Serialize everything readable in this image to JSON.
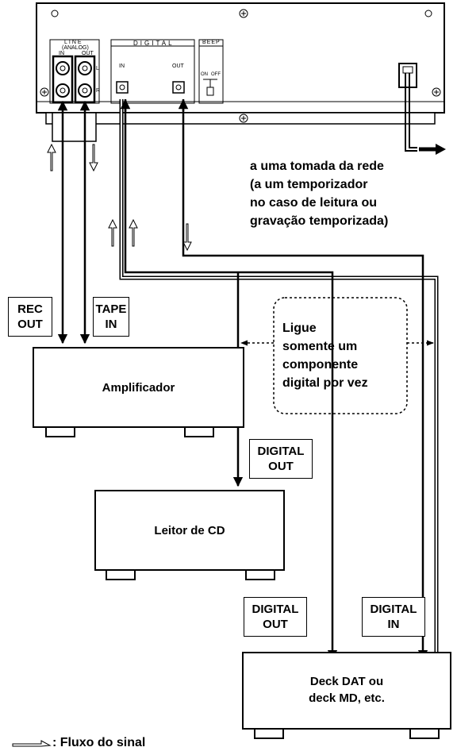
{
  "back_panel": {
    "line_label": "LINE",
    "analog_label": "(ANALOG)",
    "in_label": "IN",
    "out_label": "OUT",
    "l_label": "L",
    "r_label": "R",
    "digital_label": "DIGITAL",
    "digital_in": "IN",
    "digital_out": "OUT",
    "beep_label": "BEEP",
    "on_label": "ON",
    "off_label": "OFF"
  },
  "power_note": [
    "a uma tomada da rede",
    "(a um temporizador",
    "no caso de leitura ou",
    "gravação temporizada)"
  ],
  "connect_note": [
    "Ligue",
    "somente um",
    "componente",
    "digital por vez"
  ],
  "amplifier": {
    "name": "Amplificador",
    "rec_out": [
      "REC",
      "OUT"
    ],
    "tape_in": [
      "TAPE",
      "IN"
    ]
  },
  "cd_player": {
    "name": "Leitor de CD",
    "digital_out": [
      "DIGITAL",
      "OUT"
    ]
  },
  "dat_deck": {
    "name": [
      "Deck DAT ou",
      "deck MD, etc."
    ],
    "digital_out": [
      "DIGITAL",
      "OUT"
    ],
    "digital_in": [
      "DIGITAL",
      "IN"
    ]
  },
  "legend": {
    "text": ": Fluxo do sinal"
  }
}
